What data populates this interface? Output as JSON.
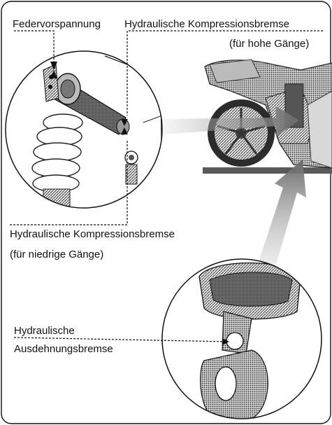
{
  "labels": {
    "spring_preload": "Federvorspannung",
    "compression_high_line1": "Hydraulische Kompressionsbremse",
    "compression_high_line2": "(für hohe Gänge)",
    "compression_low_line1": "Hydraulische Kompressionsbremse",
    "compression_low_line2": "(für niedrige Gänge)",
    "rebound_line1": "Hydraulische",
    "rebound_line2": "Ausdehnungsbremse"
  },
  "colors": {
    "line": "#111111",
    "shade_dark": "#3a3a3a",
    "shade_mid": "#8a8a8a",
    "shade_light": "#cfcfcf"
  },
  "icons": [
    "adjuster-arrow-icon"
  ]
}
